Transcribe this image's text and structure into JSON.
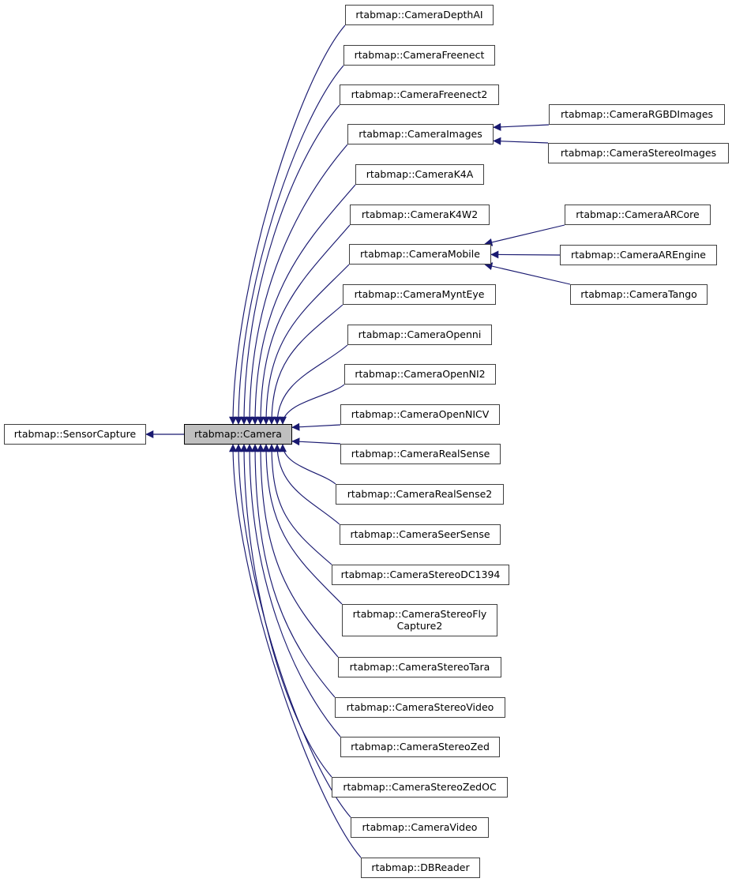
{
  "diagram": {
    "type": "class-inheritance-graph",
    "colors": {
      "edge": "#191970",
      "node_fill": "#ffffff",
      "node_border": "#404040",
      "highlight_fill": "#bfbfbf",
      "text": "#000000",
      "background": "#ffffff"
    },
    "nodes": [
      {
        "id": "sensor-capture",
        "label": "rtabmap::SensorCapture",
        "highlighted": false
      },
      {
        "id": "camera",
        "label": "rtabmap::Camera",
        "highlighted": true
      },
      {
        "id": "camera-depth-ai",
        "label": "rtabmap::CameraDepthAI",
        "highlighted": false
      },
      {
        "id": "camera-freenect",
        "label": "rtabmap::CameraFreenect",
        "highlighted": false
      },
      {
        "id": "camera-freenect2",
        "label": "rtabmap::CameraFreenect2",
        "highlighted": false
      },
      {
        "id": "camera-images",
        "label": "rtabmap::CameraImages",
        "highlighted": false
      },
      {
        "id": "camera-rgbd-images",
        "label": "rtabmap::CameraRGBDImages",
        "highlighted": false
      },
      {
        "id": "camera-stereo-images",
        "label": "rtabmap::CameraStereoImages",
        "highlighted": false
      },
      {
        "id": "camera-k4a",
        "label": "rtabmap::CameraK4A",
        "highlighted": false
      },
      {
        "id": "camera-k4w2",
        "label": "rtabmap::CameraK4W2",
        "highlighted": false
      },
      {
        "id": "camera-mobile",
        "label": "rtabmap::CameraMobile",
        "highlighted": false
      },
      {
        "id": "camera-ar-core",
        "label": "rtabmap::CameraARCore",
        "highlighted": false
      },
      {
        "id": "camera-ar-engine",
        "label": "rtabmap::CameraAREngine",
        "highlighted": false
      },
      {
        "id": "camera-tango",
        "label": "rtabmap::CameraTango",
        "highlighted": false
      },
      {
        "id": "camera-mynt-eye",
        "label": "rtabmap::CameraMyntEye",
        "highlighted": false
      },
      {
        "id": "camera-openni",
        "label": "rtabmap::CameraOpenni",
        "highlighted": false
      },
      {
        "id": "camera-openni2",
        "label": "rtabmap::CameraOpenNI2",
        "highlighted": false
      },
      {
        "id": "camera-opennicv",
        "label": "rtabmap::CameraOpenNICV",
        "highlighted": false
      },
      {
        "id": "camera-realsense",
        "label": "rtabmap::CameraRealSense",
        "highlighted": false
      },
      {
        "id": "camera-realsense2",
        "label": "rtabmap::CameraRealSense2",
        "highlighted": false
      },
      {
        "id": "camera-seersense",
        "label": "rtabmap::CameraSeerSense",
        "highlighted": false
      },
      {
        "id": "camera-stereo-dc1394",
        "label": "rtabmap::CameraStereoDC1394",
        "highlighted": false
      },
      {
        "id": "camera-stereo-fly-capture2",
        "label": "rtabmap::CameraStereoFly\nCapture2",
        "highlighted": false
      },
      {
        "id": "camera-stereo-tara",
        "label": "rtabmap::CameraStereoTara",
        "highlighted": false
      },
      {
        "id": "camera-stereo-video",
        "label": "rtabmap::CameraStereoVideo",
        "highlighted": false
      },
      {
        "id": "camera-stereo-zed",
        "label": "rtabmap::CameraStereoZed",
        "highlighted": false
      },
      {
        "id": "camera-stereo-zedoc",
        "label": "rtabmap::CameraStereoZedOC",
        "highlighted": false
      },
      {
        "id": "camera-video",
        "label": "rtabmap::CameraVideo",
        "highlighted": false
      },
      {
        "id": "db-reader",
        "label": "rtabmap::DBReader",
        "highlighted": false
      }
    ],
    "edges": [
      {
        "from": "camera",
        "to": "sensor-capture"
      },
      {
        "from": "camera-depth-ai",
        "to": "camera"
      },
      {
        "from": "camera-freenect",
        "to": "camera"
      },
      {
        "from": "camera-freenect2",
        "to": "camera"
      },
      {
        "from": "camera-images",
        "to": "camera"
      },
      {
        "from": "camera-k4a",
        "to": "camera"
      },
      {
        "from": "camera-k4w2",
        "to": "camera"
      },
      {
        "from": "camera-mobile",
        "to": "camera"
      },
      {
        "from": "camera-mynt-eye",
        "to": "camera"
      },
      {
        "from": "camera-openni",
        "to": "camera"
      },
      {
        "from": "camera-openni2",
        "to": "camera"
      },
      {
        "from": "camera-opennicv",
        "to": "camera"
      },
      {
        "from": "camera-realsense",
        "to": "camera"
      },
      {
        "from": "camera-realsense2",
        "to": "camera"
      },
      {
        "from": "camera-seersense",
        "to": "camera"
      },
      {
        "from": "camera-stereo-dc1394",
        "to": "camera"
      },
      {
        "from": "camera-stereo-fly-capture2",
        "to": "camera"
      },
      {
        "from": "camera-stereo-tara",
        "to": "camera"
      },
      {
        "from": "camera-stereo-video",
        "to": "camera"
      },
      {
        "from": "camera-stereo-zed",
        "to": "camera"
      },
      {
        "from": "camera-stereo-zedoc",
        "to": "camera"
      },
      {
        "from": "camera-video",
        "to": "camera"
      },
      {
        "from": "db-reader",
        "to": "camera"
      },
      {
        "from": "camera-rgbd-images",
        "to": "camera-images"
      },
      {
        "from": "camera-stereo-images",
        "to": "camera-images"
      },
      {
        "from": "camera-ar-core",
        "to": "camera-mobile"
      },
      {
        "from": "camera-ar-engine",
        "to": "camera-mobile"
      },
      {
        "from": "camera-tango",
        "to": "camera-mobile"
      }
    ]
  }
}
